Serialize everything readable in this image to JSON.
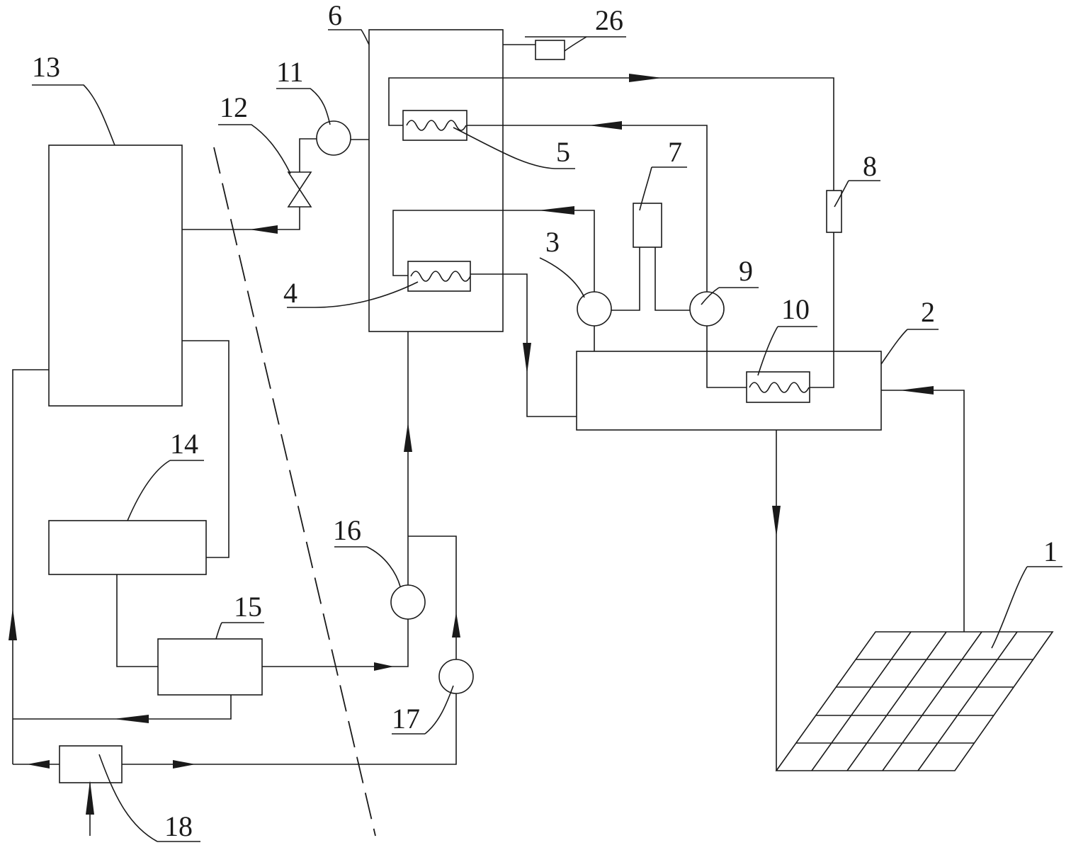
{
  "diagram": {
    "labels": {
      "n1": "1",
      "n2": "2",
      "n3": "3",
      "n4": "4",
      "n5": "5",
      "n6": "6",
      "n7": "7",
      "n8": "8",
      "n9": "9",
      "n10": "10",
      "n11": "11",
      "n12": "12",
      "n13": "13",
      "n14": "14",
      "n15": "15",
      "n16": "16",
      "n17": "17",
      "n18": "18",
      "n26": "26"
    }
  }
}
